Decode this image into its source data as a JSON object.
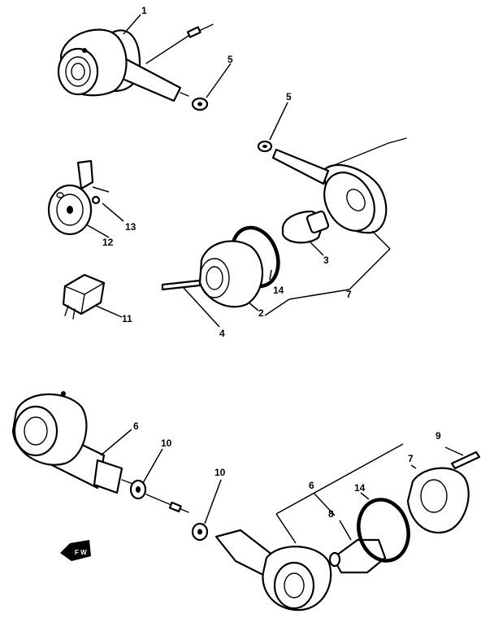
{
  "callouts": {
    "c1": "1",
    "c5a": "5",
    "c5b": "5",
    "c13": "13",
    "c12": "12",
    "c11": "11",
    "c3": "3",
    "c14a": "14",
    "c7a": "7",
    "c2": "2",
    "c4": "4",
    "c6a": "6",
    "c10a": "10",
    "c10b": "10",
    "c9": "9",
    "c7b": "7",
    "c6b": "6",
    "c14b": "14",
    "c8": "8"
  },
  "arrow_label": "F W"
}
